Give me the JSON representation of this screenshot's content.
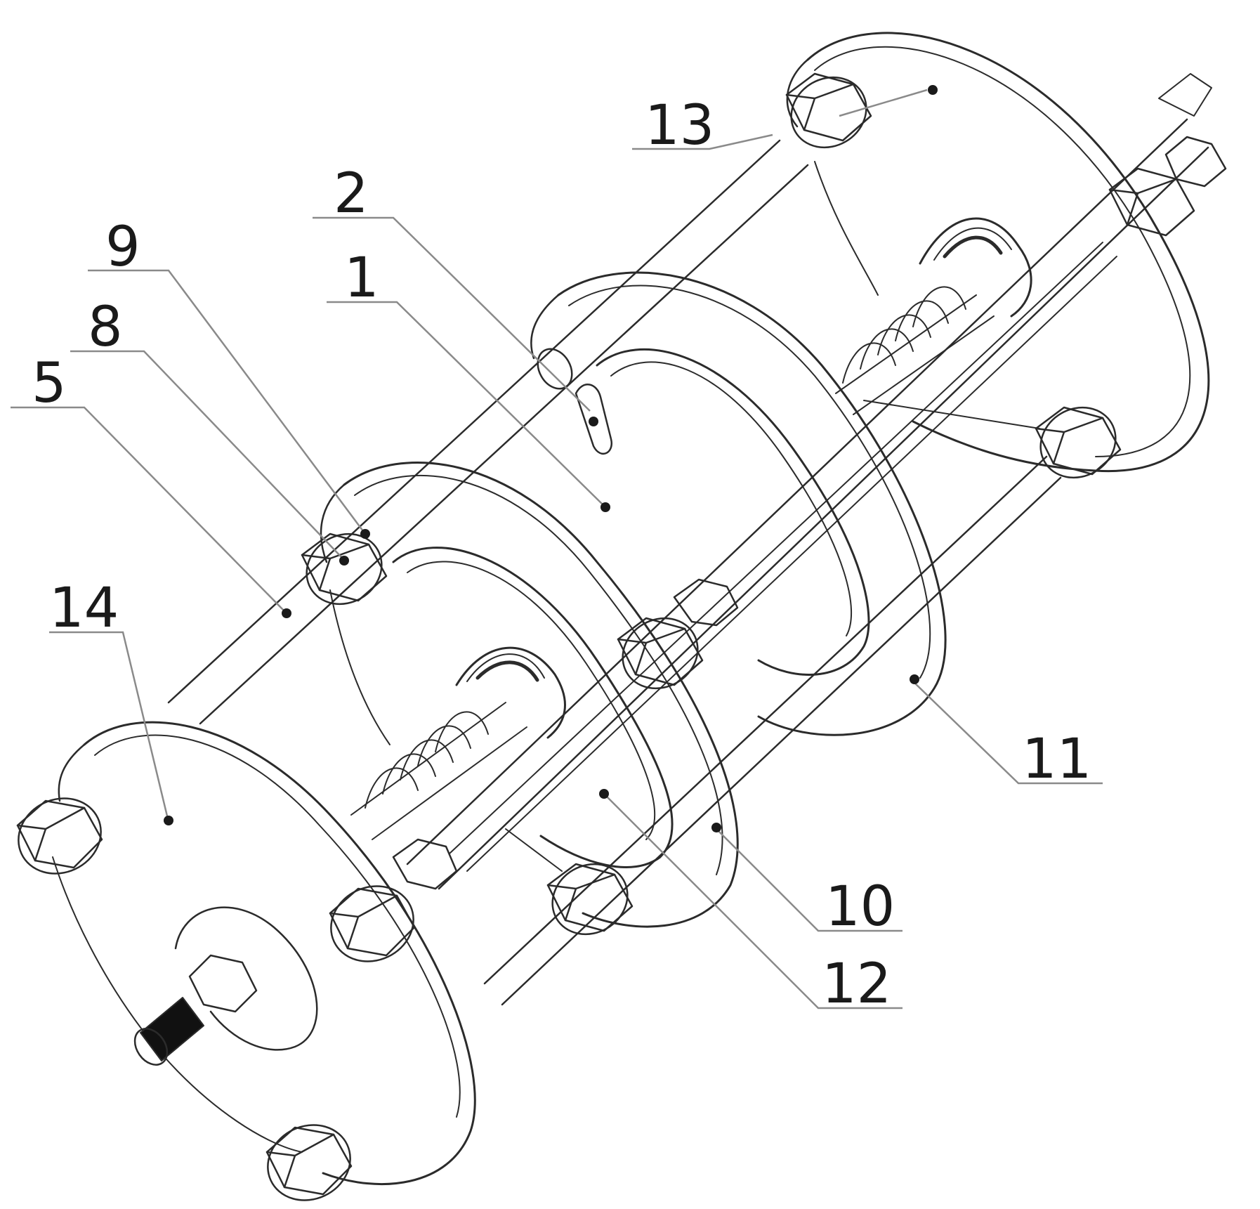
{
  "figure": {
    "colors": {
      "line": "#2b2b2b",
      "leader": "#8a8a8a",
      "label": "#1a1a1a",
      "thread_fill": "#111111",
      "background": "#ffffff"
    },
    "callouts": [
      {
        "id": "13",
        "label": "13"
      },
      {
        "id": "2",
        "label": "2"
      },
      {
        "id": "9",
        "label": "9"
      },
      {
        "id": "1",
        "label": "1"
      },
      {
        "id": "8",
        "label": "8"
      },
      {
        "id": "5",
        "label": "5"
      },
      {
        "id": "14",
        "label": "14"
      },
      {
        "id": "11",
        "label": "11"
      },
      {
        "id": "10",
        "label": "10"
      },
      {
        "id": "12",
        "label": "12"
      }
    ]
  }
}
